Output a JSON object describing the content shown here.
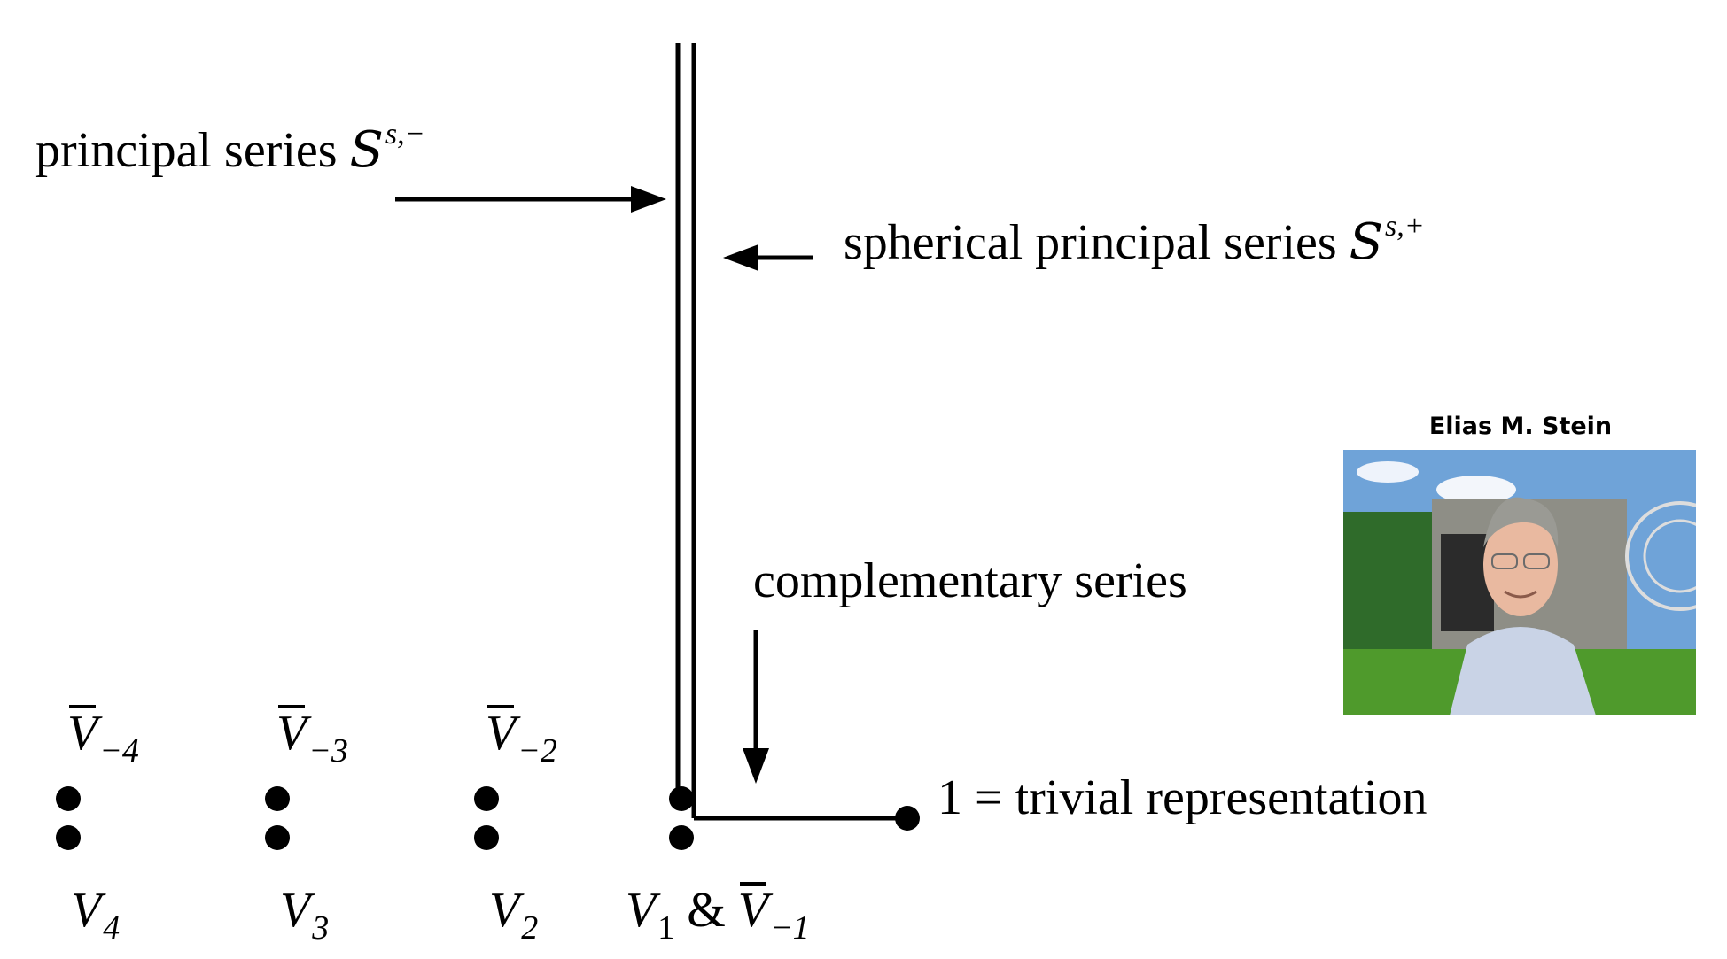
{
  "labels": {
    "principal": {
      "text": "principal series",
      "script_letter": "S",
      "superscript": "s,−"
    },
    "spherical": {
      "text": "spherical principal series",
      "script_letter": "S",
      "superscript": "s,+"
    },
    "complementary": {
      "text": "complementary series"
    },
    "trivial": {
      "number": "1",
      "equals": "=",
      "text": "trivial representation"
    },
    "lower": [
      {
        "letter": "V",
        "sub": "4"
      },
      {
        "letter": "V",
        "sub": "3"
      },
      {
        "letter": "V",
        "sub": "2"
      },
      {
        "letter": "V",
        "sub": "1",
        "amp": "&",
        "letter2": "V",
        "sub2": "−1"
      }
    ],
    "upper": [
      {
        "letter": "V",
        "sub": "−4"
      },
      {
        "letter": "V",
        "sub": "−3"
      },
      {
        "letter": "V",
        "sub": "−2"
      }
    ]
  },
  "photo": {
    "caption": "Elias M. Stein",
    "sky_color": "#6fa3d8",
    "grass_color": "#4f9a2c",
    "building_color": "#8e8e86",
    "shirt_color": "#c9d3e6"
  }
}
